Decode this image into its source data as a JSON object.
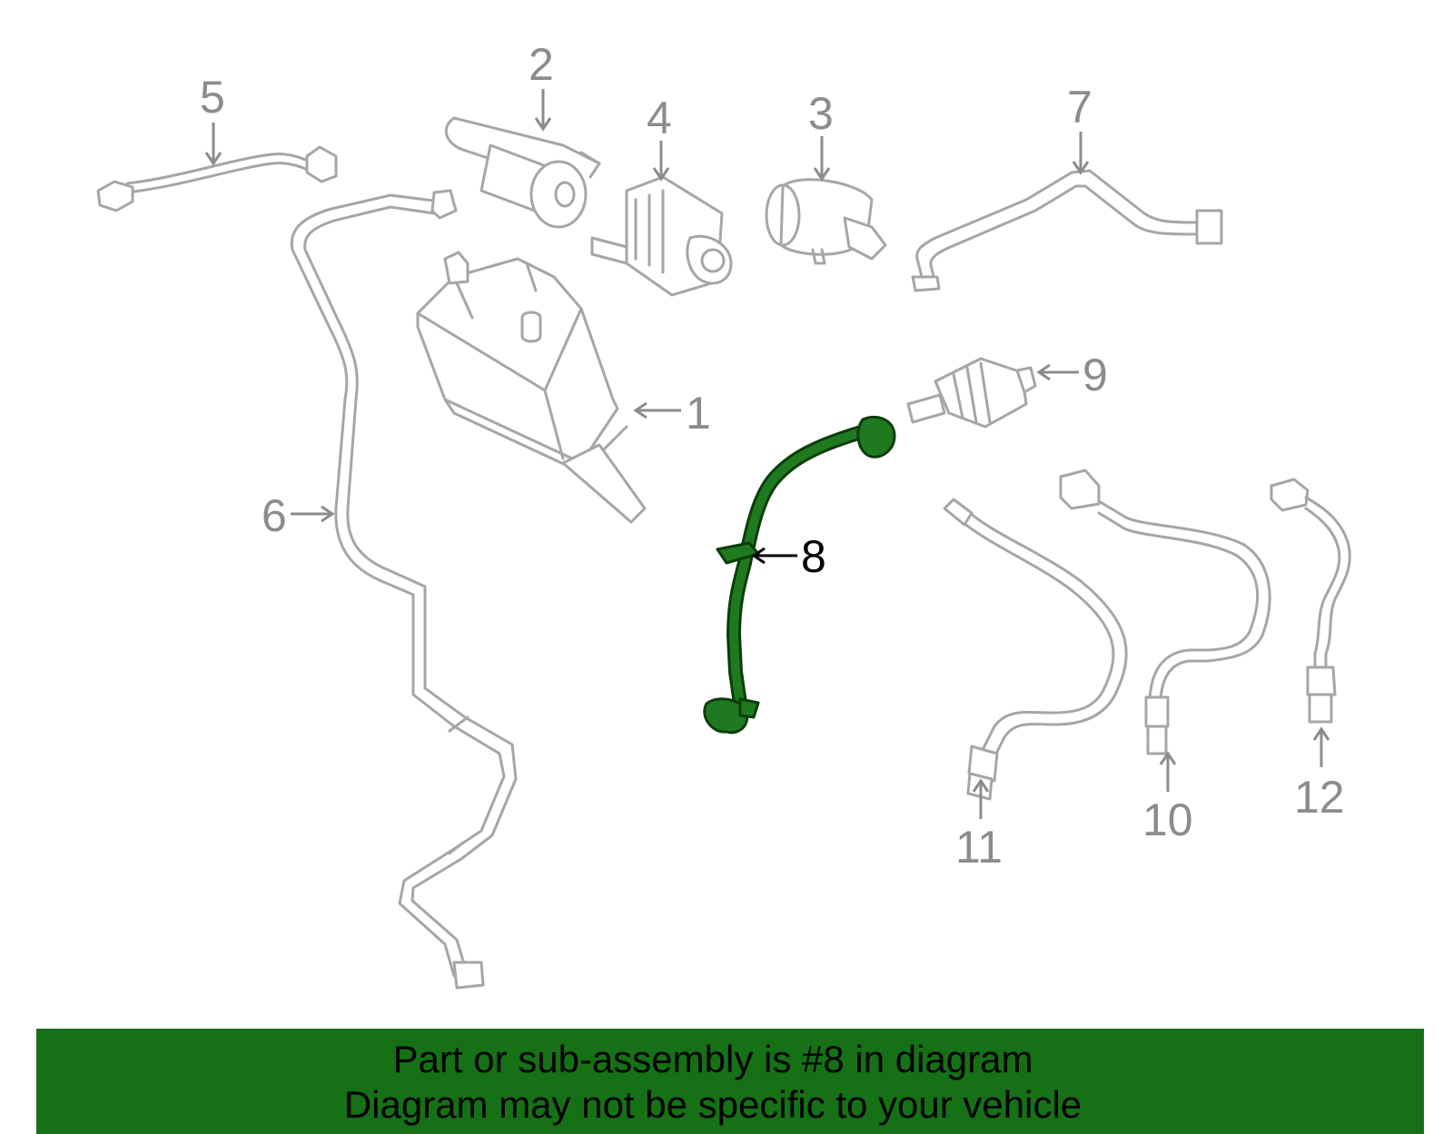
{
  "callouts": {
    "c1": "1",
    "c2": "2",
    "c3": "3",
    "c4": "4",
    "c5": "5",
    "c6": "6",
    "c7": "7",
    "c8": "8",
    "c9": "9",
    "c10": "10",
    "c11": "11",
    "c12": "12"
  },
  "highlighted_part": "8",
  "colors": {
    "highlight": "#1f7a1f",
    "banner": "#167016",
    "part_outline": "#a6a6a6"
  },
  "banner": {
    "line1": "Part or sub-assembly is #8 in diagram",
    "line2": "Diagram may not be specific to your vehicle"
  }
}
